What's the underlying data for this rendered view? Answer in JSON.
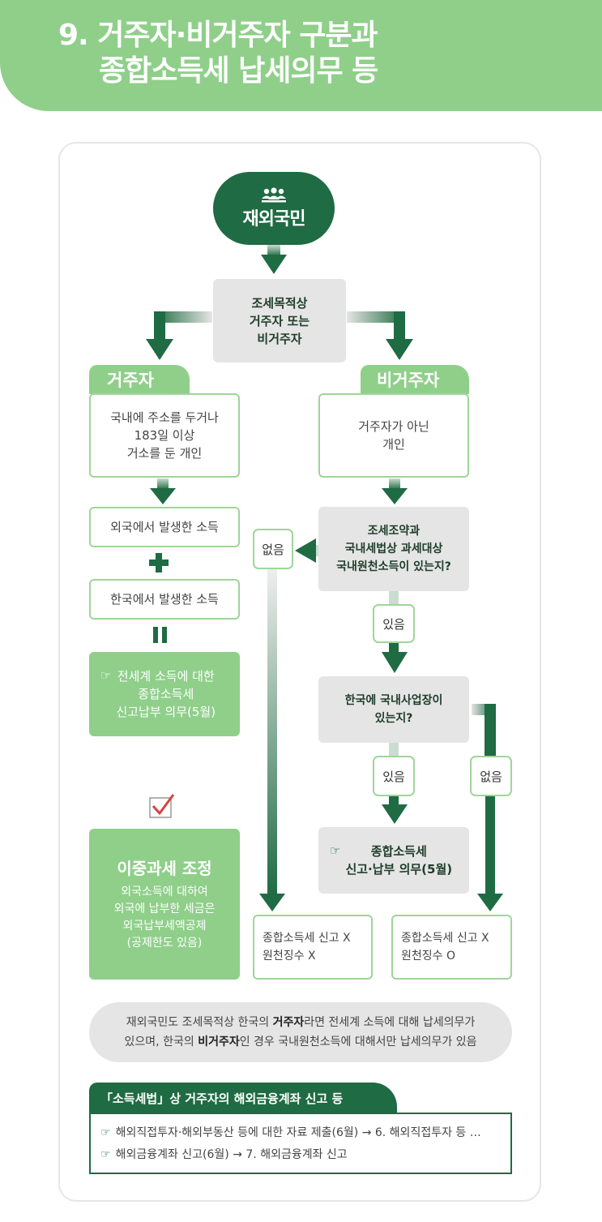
{
  "header": {
    "title_line1": "9. 거주자·비거주자 구분과",
    "title_line2": "종합소득세 납세의무 등"
  },
  "start": {
    "label": "재외국민",
    "icon": "people-icon"
  },
  "decision_main": "조세목적상\n거주자 또는\n비거주자",
  "resident": {
    "tab": "거주자",
    "definition": "국내에 주소를 두거나\n183일 이상\n거소를 둔 개인",
    "foreign_income": "외국에서 발생한 소득",
    "plus": "+",
    "domestic_income": "한국에서 발생한 소득",
    "equals": "II",
    "duty": "전세계 소득에 대한\n종합소득세\n신고납부 의무(5월)",
    "double_tax_title": "이중과세 조정",
    "double_tax_body": "외국소득에 대하여\n외국에 납부한 세금은\n외국납부세액공제\n(공제한도 있음)"
  },
  "nonresident": {
    "tab": "비거주자",
    "definition": "거주자가 아닌\n개인",
    "q1": "조세조약과\n국내세법상 과세대상\n국내원천소득이 있는지?",
    "q1_no": "없음",
    "q1_yes": "있음",
    "q2": "한국에 국내사업장이\n있는지?",
    "q2_yes": "있음",
    "q2_no": "없음",
    "duty": "종합소득세\n신고·납부 의무(5월)",
    "result_none": "종합소득세 신고 X\n원천징수 X",
    "result_withholding": "종합소득세 신고 X\n원천징수 O"
  },
  "note": {
    "p1": "재외국민도 조세목적상 한국의 ",
    "b1": "거주자",
    "p2": "라면 전세계 소득에 대해 납세의무가",
    "p3": "있으며, 한국의 ",
    "b2": "비거주자",
    "p4": "인 경우 국내원천소득에 대해서만 납세의무가 있음"
  },
  "law": {
    "title": "「소득세법」상 거주자의 해외금융계좌 신고 등",
    "items": [
      "해외직접투자·해외부동산 등에 대한 자료 제출(6월) → 6. 해외직접투자 등 …",
      "해외금융계좌 신고(6월) → 7. 해외금융계좌 신고"
    ]
  },
  "colors": {
    "dark_green": "#1f6b43",
    "light_green": "#8fcf8a",
    "gray": "#e5e5e5"
  }
}
